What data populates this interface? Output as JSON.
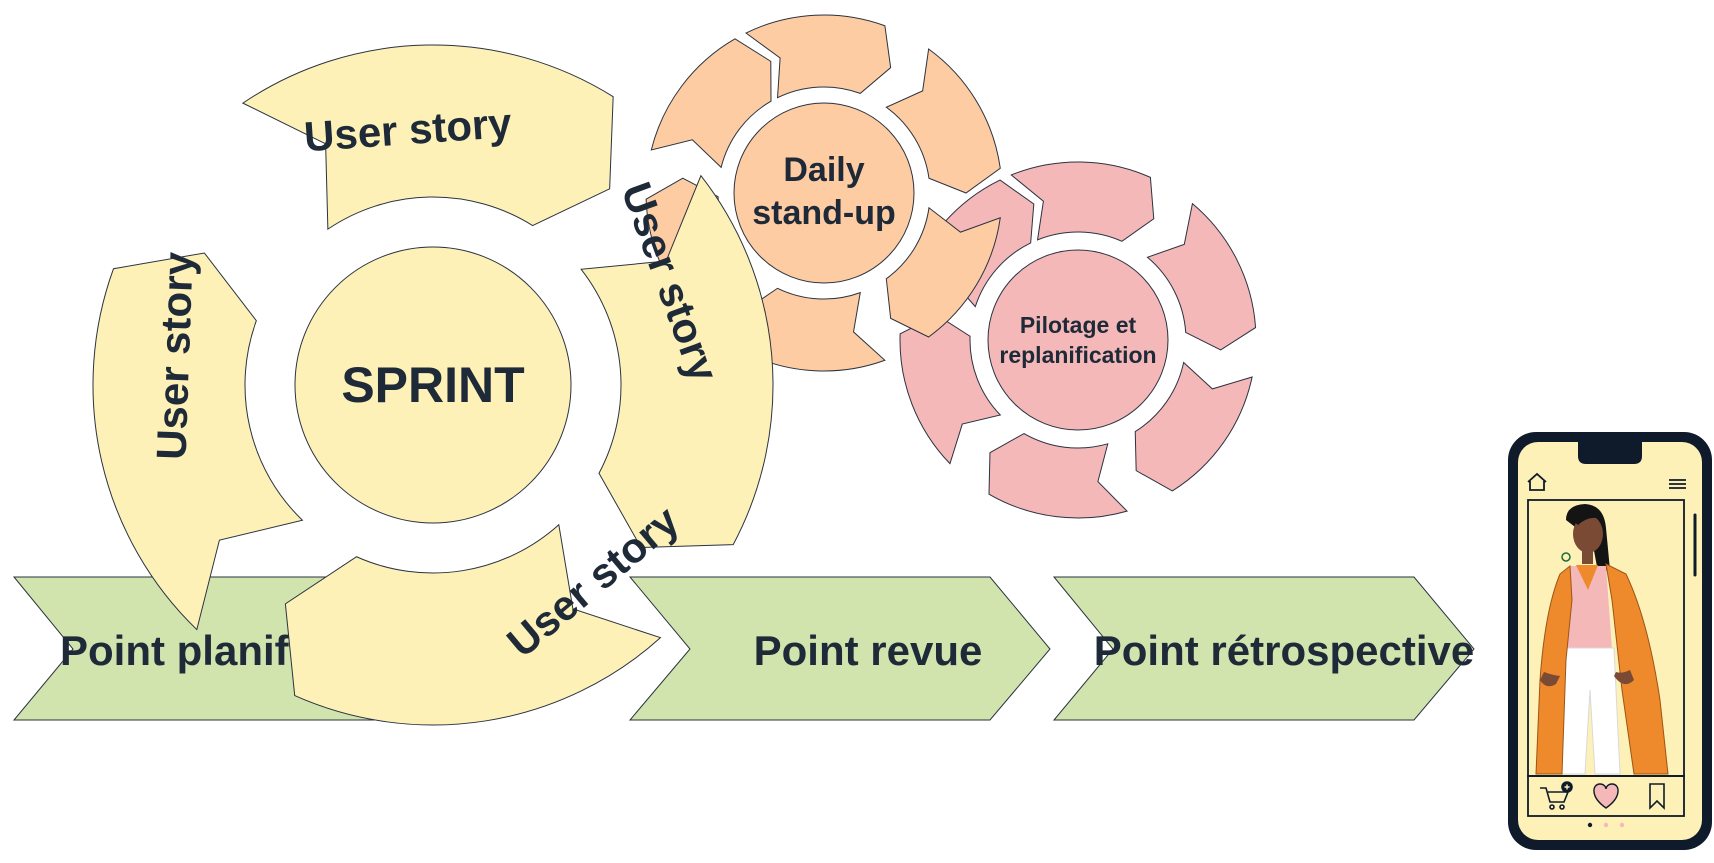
{
  "sprint_cycle": {
    "center_label": "SPRINT",
    "segments": [
      "User story",
      "User story",
      "User story",
      "User story"
    ]
  },
  "standup_cycle": {
    "center_line1": "Daily",
    "center_line2": "stand-up"
  },
  "pilotage_cycle": {
    "center_line1": "Pilotage et",
    "center_line2": "replanification"
  },
  "milestones": [
    "Point planification",
    "Point revue",
    "Point rétrospective"
  ],
  "phone": {
    "icons": [
      "home-icon",
      "menu-icon",
      "cart-add-icon",
      "heart-icon",
      "bookmark-icon"
    ]
  },
  "colors": {
    "sprint_fill": "#fdf1b8",
    "standup_fill": "#fdcca2",
    "pilotage_fill": "#f4b8b9",
    "milestone_fill": "#d1e4ae",
    "text": "#1f2a38",
    "phone_body": "#0f1b2a",
    "phone_screen": "#fdf1b8",
    "coat": "#ee8a2b"
  }
}
